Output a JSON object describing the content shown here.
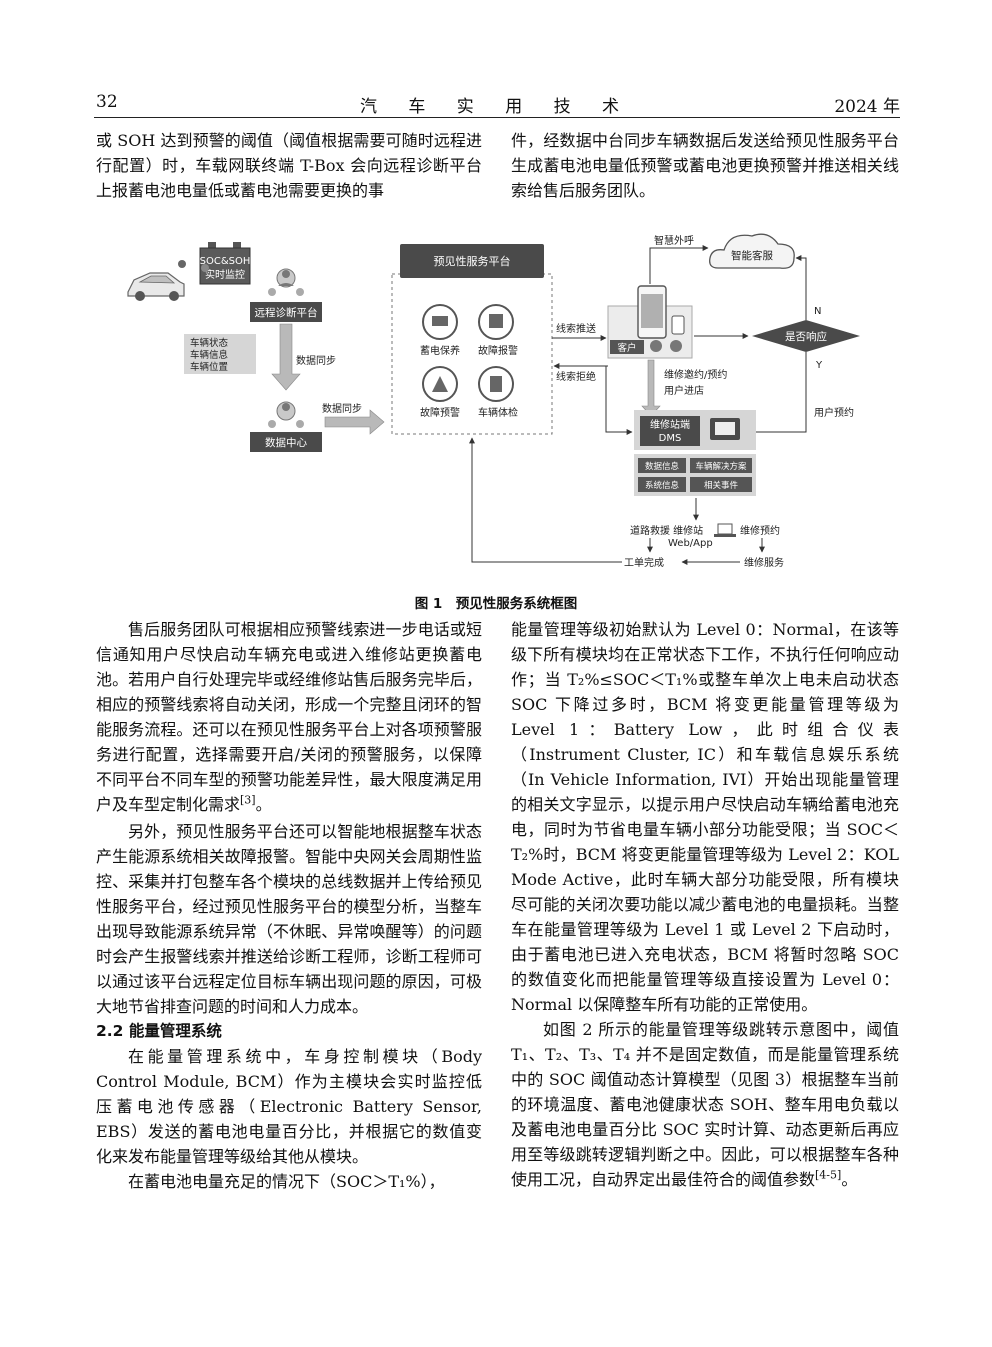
{
  "header": {
    "page_number": "32",
    "journal": "汽 车 实 用 技 术",
    "year": "2024 年"
  },
  "top_left": "或 SOH 达到预警的阈值（阈值根据需要可随时远程进行配置）时，车载网联终端 T-Box 会向远程诊断平台上报蓄电池电量低或蓄电池需要更换的事",
  "top_right": "件，经数据中台同步车辆数据后发送给预见性服务平台生成蓄电池电量低预警或蓄电池更换预警并推送相关线索给售后服务团队。",
  "figure": {
    "caption": "图 1　预见性服务系统框图",
    "soc_soh_line1": "SOC&SOH",
    "soc_soh_line2": "实时监控",
    "remote_platform": "远程诊断平台",
    "vehicle_info": [
      "车辆状态",
      "车辆信息",
      "车辆位置"
    ],
    "sync_vertical": "数据同步",
    "sync_horizontal": "数据同步",
    "data_center": "数据中心",
    "service_platform": "预见性服务平台",
    "icon_labels": [
      "蓄电保养",
      "故障报警",
      "故障预警",
      "车辆体检"
    ],
    "clue_push": "线索推送",
    "clue_reject": "线索拒绝",
    "smart_call": "智慧外呼",
    "smart_cs": "智能客服",
    "customer": "客户",
    "accept": "是否响应",
    "n_label": "N",
    "y_label": "Y",
    "appointment_line1": "维修邀约/预约",
    "appointment_line2": "用户进店",
    "user_booking": "用户预约",
    "dms_line1": "维修站端",
    "dms_line2": "DMS",
    "tags": [
      "数据信息",
      "车辆解决方案",
      "系统信息",
      "相关事件"
    ],
    "web_app_top": "道路救援 维修站",
    "web_app_bottom": "Web/App",
    "repair_booking": "维修预约",
    "work_order": "工单完成",
    "repair_service": "维修服务"
  },
  "bottom_left": {
    "para1": "售后服务团队可根据相应预警线索进一步电话或短信通知用户尽快启动车辆充电或进入维修站更换蓄电池。若用户自行处理完毕或经维修站售后服务完毕后，相应的预警线索将自动关闭，形成一个完整且闭环的智能服务流程。还可以在预见性服务平台上对各项预警服务进行配置，选择需要开启/关闭的预警服务，以保障不同平台不同车型的预警功能差异性，最大限度满足用户及车型定制化需求",
    "para1_ref": "[3]",
    "para1_end": "。",
    "para2": "另外，预见性服务平台还可以智能地根据整车状态产生能源系统相关故障报警。智能中央网关会周期性监控、采集并打包整车各个模块的总线数据并上传给预见性服务平台，经过预见性服务平台的模型分析，当整车出现导致能源系统异常（不休眠、异常唤醒等）的问题时会产生报警线索并推送给诊断工程师，诊断工程师可以通过该平台远程定位目标车辆出现问题的原因，可极大地节省排查问题的时间和人力成本。",
    "section_heading": "2.2  能量管理系统",
    "para3": "在能量管理系统中，车身控制模块（Body Control Module, BCM）作为主模块会实时监控低压蓄电池传感器（Electronic Battery Sensor, EBS）发送的蓄电池电量百分比，并根据它的数值变化来发布能量管理等级给其他从模块。",
    "para4": "在蓄电池电量充足的情况下（SOC＞T₁%），"
  },
  "bottom_right": {
    "para1": "能量管理等级初始默认为 Level 0：Normal，在该等级下所有模块均在正常状态下工作，不执行任何响应动作；当 T₂%≤SOC＜T₁%或整车单次上电未启动状态 SOC 下降过多时，BCM 将变更能量管理等级为 Level 1：Battery Low，此时组合仪表（Instrument Cluster, IC）和车载信息娱乐系统（In Vehicle Information, IVI）开始出现能量管理的相关文字显示，以提示用户尽快启动车辆给蓄电池充电，同时为节省电量车辆小部分功能受限；当 SOC＜T₂%时，BCM 将变更能量管理等级为 Level 2：KOL Mode Active，此时车辆大部分功能受限，所有模块尽可能的关闭次要功能以减少蓄电池的电量损耗。当整车在能量管理等级为 Level 1 或 Level 2 下启动时，由于蓄电池已进入充电状态，BCM 将暂时忽略 SOC 的数值变化而把能量管理等级直接设置为 Level 0：Normal 以保障整车所有功能的正常使用。",
    "para2": "如图 2 所示的能量管理等级跳转示意图中，阈值 T₁、T₂、T₃、T₄ 并不是固定数值，而是能量管理系统中的 SOC 阈值动态计算模型（见图 3）根据整车当前的环境温度、蓄电池健康状态 SOH、整车用电负载以及蓄电池电量百分比 SOC 实时计算、动态更新后再应用至等级跳转逻辑判断之中。因此，可以根据整车各种使用工况，自动界定出最佳符合的阈值参数",
    "para2_ref": "[4-5]",
    "para2_end": "。"
  },
  "colors": {
    "dark_box": "#4a4a4a",
    "gray_fill": "#d6d6d6",
    "arrow_gray": "#b9b9b9",
    "line": "#333333"
  },
  "icons": [
    "car-icon",
    "battery-icon",
    "gear-person-icon",
    "cloud-icon",
    "phone-icon",
    "monitor-icon",
    "circle-feature-icon"
  ]
}
